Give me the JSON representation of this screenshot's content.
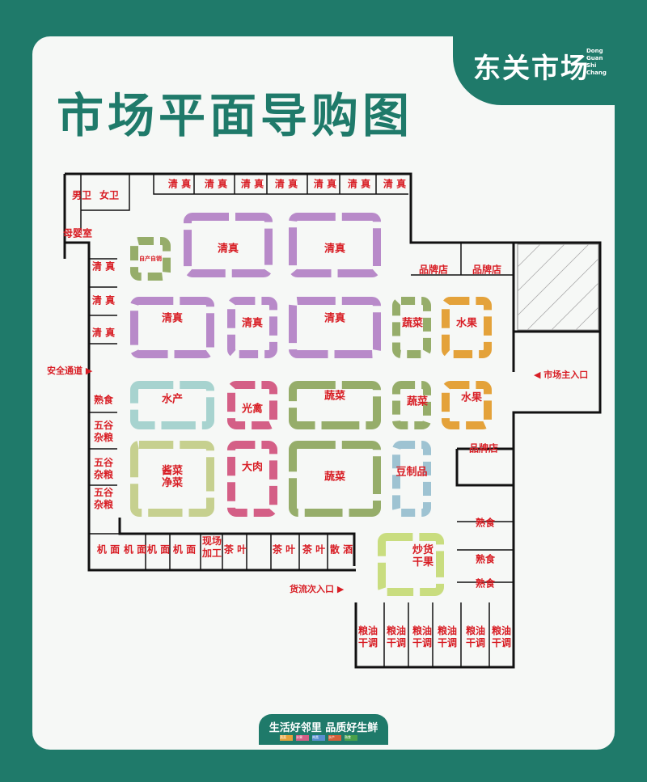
{
  "header": {
    "title": "市场平面导购图",
    "brand_cn": "东关市场",
    "brand_en": [
      "Dong",
      "Guan",
      "Shi",
      "Chang"
    ]
  },
  "colors": {
    "halal": "#b88ac9",
    "veg": "#96ad6a",
    "fruit": "#e4a23a",
    "aquatic": "#a7d3cf",
    "meat": "#d45f86",
    "tofu": "#9ec3d2",
    "sauce": "#c6d08f",
    "stirfry": "#c9dd7f",
    "bg_green": "#1f7a6a"
  },
  "entrances": {
    "main": "◀ 市场主入口",
    "safety": "安全通道 ▶",
    "cargo": "货流次入口 ▶"
  },
  "labels": {
    "top_qingzhen": "清 真",
    "male_wc": "男卫",
    "female_wc": "女卫",
    "mother_room": "母婴室",
    "halal": "清真",
    "aquatic": "水产",
    "meat_cooked": "光禽",
    "big_meat": "大肉",
    "veg": "蔬菜",
    "fruit": "水果",
    "tofu": "豆制品",
    "pickle": "酱菜净菜",
    "brand_store": "品牌店",
    "cooked_food": "熟食",
    "grains": "五谷杂粮",
    "noodles": "机 面",
    "processing": "现场加工",
    "tea": "茶 叶",
    "bulk_wine": "散 酒",
    "stirfry": "炒货干果",
    "grain_oil": "粮油干调",
    "self_service": "自产自销"
  },
  "footer": {
    "slogan": "生活好邻里  品质好生鲜",
    "swatch_labels": [
      "蔬菜",
      "水果",
      "肉类",
      "水产",
      "熟食"
    ]
  }
}
